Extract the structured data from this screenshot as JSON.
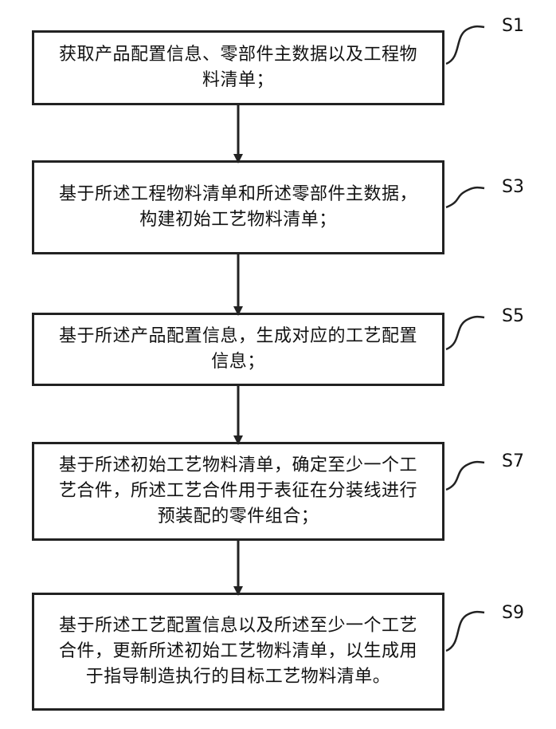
{
  "steps": [
    {
      "id": "S1",
      "text": "获取产品配置信息、零部件主数据以及工程物料清单；"
    },
    {
      "id": "S3",
      "text": "基于所述工程物料清单和所述零部件主数据，构建初始工艺物料清单；"
    },
    {
      "id": "S5",
      "text": "基于所述产品配置信息，生成对应的工艺配置信息；"
    },
    {
      "id": "S7",
      "text": "基于所述初始工艺物料清单，确定至少一个工艺合件，所述工艺合件用于表征在分装线进行预装配的零件组合；"
    },
    {
      "id": "S9",
      "text": "基于所述工艺配置信息以及所述至少一个工艺合件，更新所述初始工艺物料清单，以生成用于指导制造执行的目标工艺物料清单。"
    }
  ],
  "colors": {
    "stroke": "#222222",
    "text": "#111111",
    "background": "#ffffff"
  }
}
